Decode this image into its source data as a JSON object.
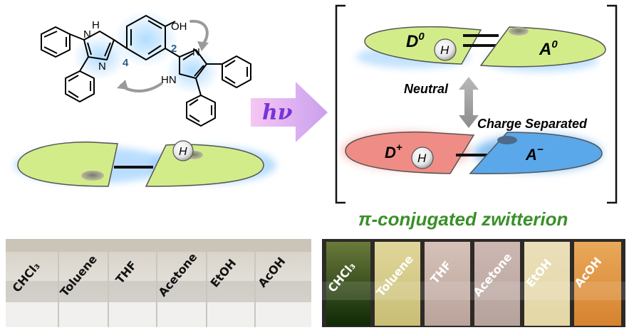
{
  "molecule": {
    "oh_label": "OH",
    "nh_label_left": "H",
    "n_label_left_top": "N",
    "n_label_left_bottom": "N",
    "n_label_right": "N",
    "hn_label_right": "HN",
    "position_4": "4",
    "position_2": "2"
  },
  "schematic": {
    "h_label": "H"
  },
  "arrow": {
    "label": "hν",
    "color": "#7a33d6"
  },
  "bracket": {
    "donor_neutral": "D",
    "donor_neutral_sup": "0",
    "acceptor_neutral": "A",
    "acceptor_neutral_sup": "0",
    "h_label_top": "H",
    "neutral_label": "Neutral",
    "charge_separated_label": "Charge Separated",
    "donor_cation": "D",
    "donor_cation_sup": "+",
    "acceptor_anion": "A",
    "acceptor_anion_sup": "−",
    "h_label_bottom": "H"
  },
  "zwitterion_title": "π-conjugated zwitterion",
  "colors": {
    "lime": "#d3ec8a",
    "salmon": "#f08c86",
    "blue": "#5aa8ea",
    "green_title": "#3a8f2a",
    "highlight": "#bfe3ff"
  },
  "vials_left": [
    "CHCl₃",
    "Toluene",
    "THF",
    "Acetone",
    "EtOH",
    "AcOH"
  ],
  "vials_right": [
    "CHCl₃",
    "Toluene",
    "THF",
    "Acetone",
    "EtOH",
    "AcOH"
  ]
}
